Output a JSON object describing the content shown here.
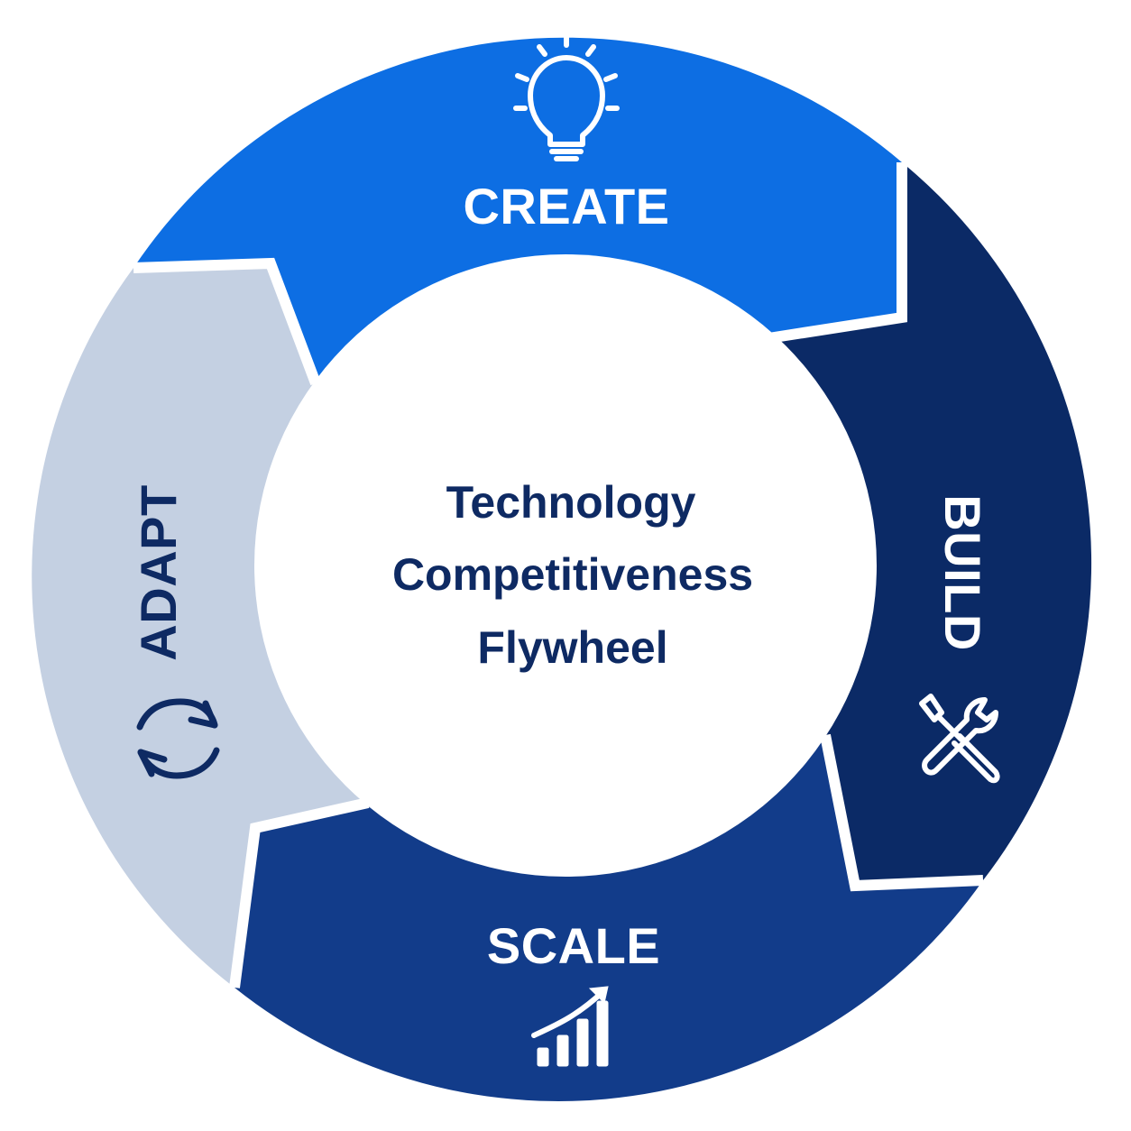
{
  "title_lines": [
    "Technology",
    "Competitiveness",
    "Flywheel"
  ],
  "segments": [
    {
      "label": "CREATE",
      "icon": "lightbulb-icon",
      "color": "#0d6ee3",
      "text_color": "#ffffff"
    },
    {
      "label": "BUILD",
      "icon": "tools-icon",
      "color": "#0b2a66",
      "text_color": "#ffffff"
    },
    {
      "label": "SCALE",
      "icon": "growth-chart-icon",
      "color": "#123c8a",
      "text_color": "#ffffff"
    },
    {
      "label": "ADAPT",
      "icon": "refresh-cycle-icon",
      "color": "#c4d0e2",
      "text_color": "#0e2a63"
    }
  ],
  "colors": {
    "center_text": "#0e2a63",
    "center_fill": "#ffffff",
    "divider": "#ffffff"
  }
}
